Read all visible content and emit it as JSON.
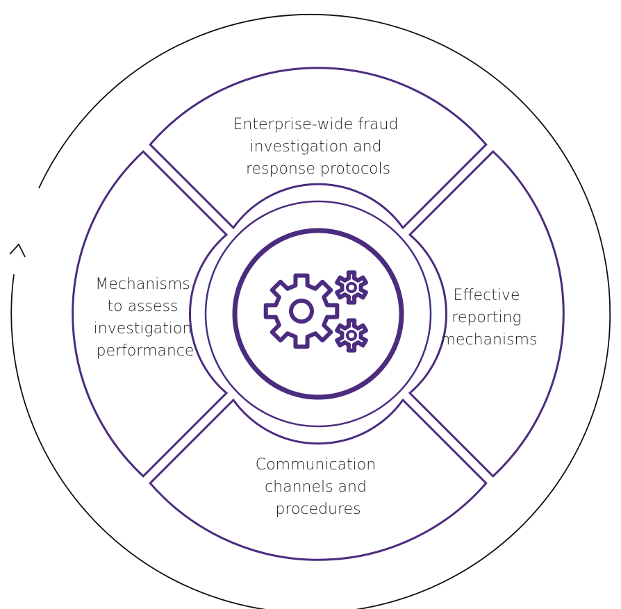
{
  "colors": {
    "accent": "#4b2c7f",
    "cycle": "#111111",
    "text": "#222222",
    "background": "#ffffff"
  },
  "center": {
    "icon": "gears-icon"
  },
  "segments": {
    "top": {
      "lines": [
        "Enterprise-wide fraud",
        "investigation and",
        "response protocols"
      ]
    },
    "right": {
      "lines": [
        "Effective",
        "reporting",
        "mechanisms"
      ]
    },
    "bottom": {
      "lines": [
        "Communication",
        "channels and",
        "procedures"
      ]
    },
    "left": {
      "lines": [
        "Mechanisms",
        "to assess",
        "investigation",
        "performance"
      ]
    }
  }
}
